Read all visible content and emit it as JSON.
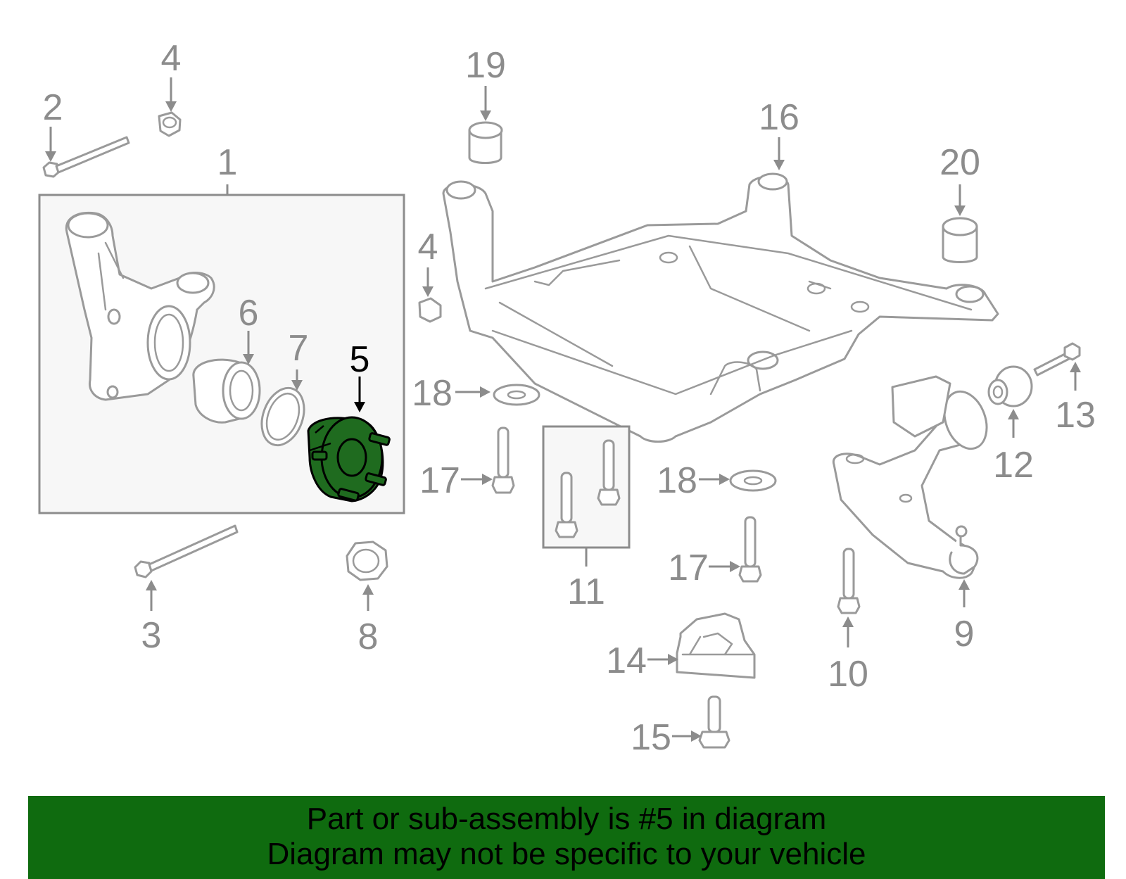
{
  "callouts": {
    "c1": "1",
    "c2": "2",
    "c3": "3",
    "c4a": "4",
    "c4b": "4",
    "c5": "5",
    "c6": "6",
    "c7": "7",
    "c8": "8",
    "c9": "9",
    "c10": "10",
    "c11": "11",
    "c12": "12",
    "c13": "13",
    "c14": "14",
    "c15": "15",
    "c16": "16",
    "c17a": "17",
    "c17b": "17",
    "c18a": "18",
    "c18b": "18",
    "c19": "19",
    "c20": "20"
  },
  "highlight_part": "5",
  "colors": {
    "highlight": "#1f6b1f",
    "banner": "#0f6b0f",
    "line": "#9a9a9a"
  },
  "banner": {
    "line1": "Part or sub-assembly is #5 in diagram",
    "line2": "Diagram may not be specific to your vehicle"
  }
}
